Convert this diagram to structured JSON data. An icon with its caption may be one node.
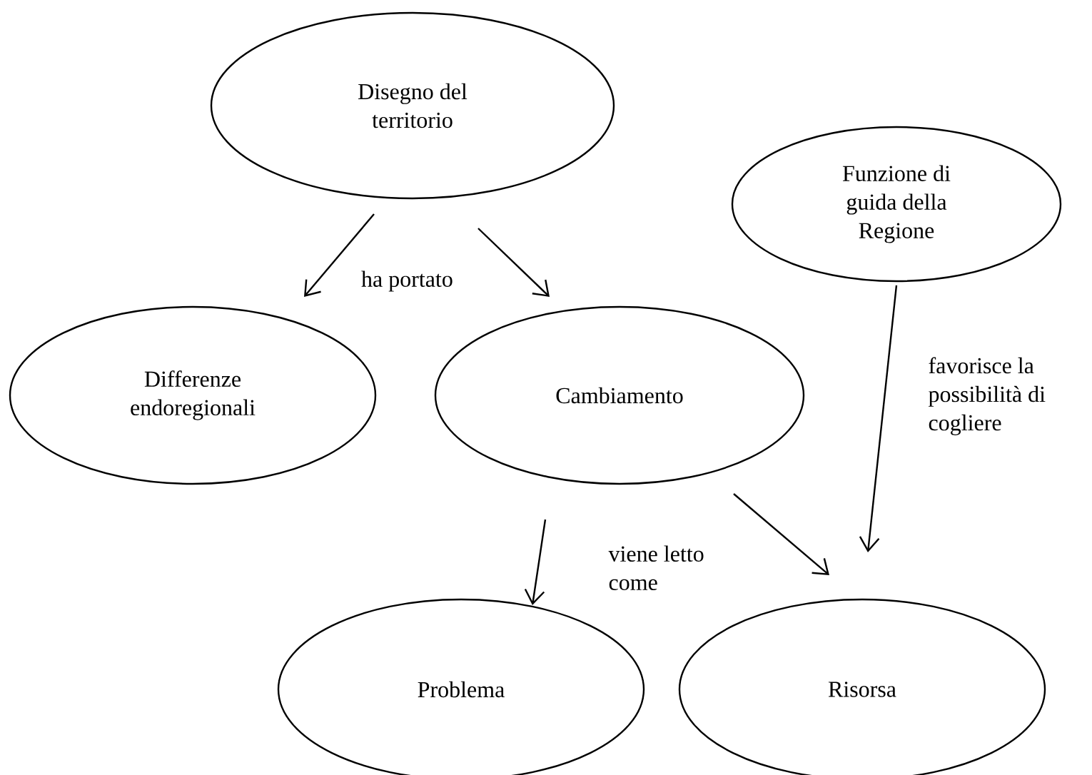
{
  "diagram": {
    "nodes": [
      {
        "text": [
          "Disegno del territorio"
        ]
      },
      {
        "text": [
          "Funzione di guida della Regione"
        ]
      },
      {
        "text": [
          "Differenze endoregionali"
        ]
      },
      {
        "text": [
          "Cambiamento"
        ]
      },
      {
        "text": [
          "Problema"
        ]
      },
      {
        "text": [
          "Risorsa"
        ]
      }
    ],
    "edges": [
      {
        "from": 0,
        "to": 2,
        "arrow": "to"
      },
      {
        "from": 0,
        "to": 3,
        "arrow": "to",
        "label": "ha portato"
      },
      {
        "from": 3,
        "to": 4,
        "arrow": "to"
      },
      {
        "from": 3,
        "to": 5,
        "arrow": "to",
        "label": "viene letto come"
      },
      {
        "from": 1,
        "to": 5,
        "arrow": "to",
        "label": "favorisce la possibilità di cogliere"
      }
    ]
  }
}
